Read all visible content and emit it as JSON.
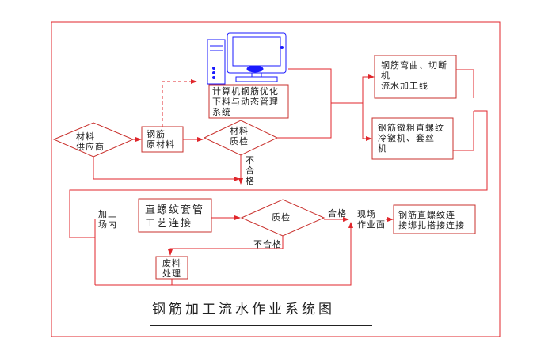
{
  "diagram": {
    "title": "钢筋加工流水作业系统图",
    "nodes": {
      "supply": "材料\n供应商",
      "raw": "钢筋\n原材料",
      "computer": "计算机钢筋优化\n下料与动态管理\n系统",
      "qc1": "材料\n质检",
      "bend": "钢筋弯曲、切断\n机\n流水加工线",
      "thread": "钢筋镦粗直螺纹\n冷镦机、套丝\n机",
      "site": "加工\n场内",
      "coupler": "直螺纹套管\n工艺连接",
      "qc2": "质检",
      "waste": "废料\n处理",
      "field": "现场\n作业面",
      "connect": "钢筋直螺纹连\n接绑扎搭接连接"
    },
    "edge_labels": {
      "fail1": "不\n合\n格",
      "pass": "合格",
      "fail2": "不合格"
    },
    "colors": {
      "line": "#e0262b",
      "box": "#c9302c",
      "text": "#222222",
      "computer": "#1a1aff"
    }
  }
}
